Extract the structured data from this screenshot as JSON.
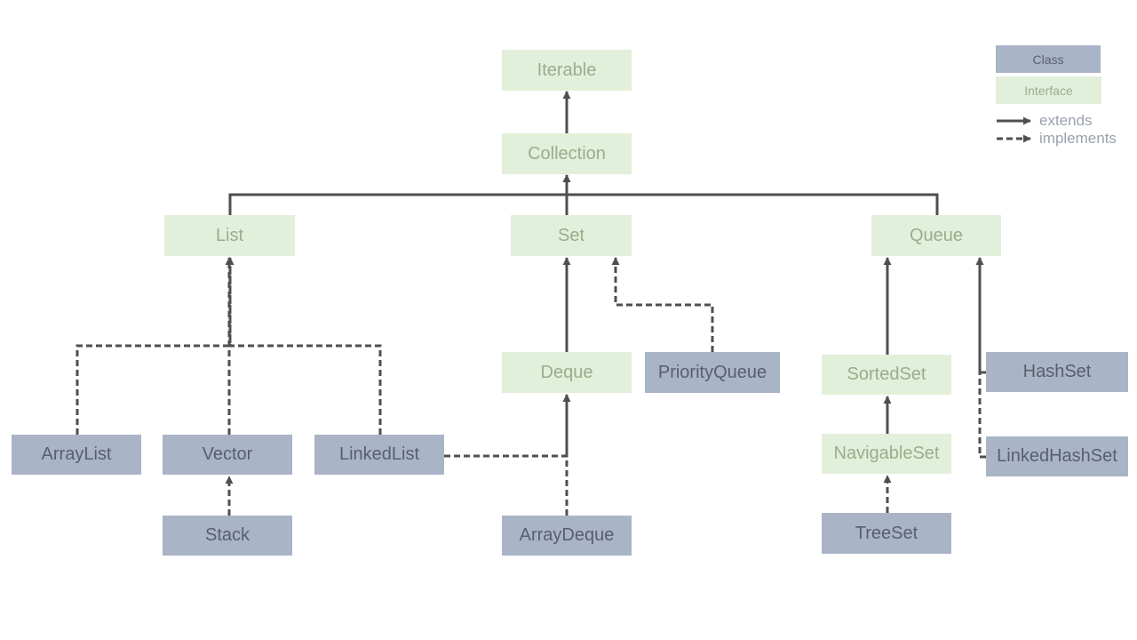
{
  "colors": {
    "interface_bg": "#e2efda",
    "interface_text": "#9bad8c",
    "class_bg": "#aab4c7",
    "class_text": "#57606f",
    "edge": "#4f4f4f"
  },
  "nodes": {
    "iterable": {
      "label": "Iterable",
      "kind": "interface"
    },
    "collection": {
      "label": "Collection",
      "kind": "interface"
    },
    "list": {
      "label": "List",
      "kind": "interface"
    },
    "set": {
      "label": "Set",
      "kind": "interface"
    },
    "queue": {
      "label": "Queue",
      "kind": "interface"
    },
    "deque": {
      "label": "Deque",
      "kind": "interface"
    },
    "priorityqueue": {
      "label": "PriorityQueue",
      "kind": "class"
    },
    "sortedset": {
      "label": "SortedSet",
      "kind": "interface"
    },
    "hashset": {
      "label": "HashSet",
      "kind": "class"
    },
    "arraylist": {
      "label": "ArrayList",
      "kind": "class"
    },
    "vector": {
      "label": "Vector",
      "kind": "class"
    },
    "linkedlist": {
      "label": "LinkedList",
      "kind": "class"
    },
    "navigableset": {
      "label": "NavigableSet",
      "kind": "interface"
    },
    "linkedhashset": {
      "label": "LinkedHashSet",
      "kind": "class"
    },
    "stack": {
      "label": "Stack",
      "kind": "class"
    },
    "arraydeque": {
      "label": "ArrayDeque",
      "kind": "class"
    },
    "treeset": {
      "label": "TreeSet",
      "kind": "class"
    }
  },
  "edges": [
    {
      "from": "collection",
      "to": "iterable",
      "type": "extends"
    },
    {
      "from": "list",
      "to": "collection",
      "type": "extends"
    },
    {
      "from": "set",
      "to": "collection",
      "type": "extends"
    },
    {
      "from": "queue",
      "to": "collection",
      "type": "extends"
    },
    {
      "from": "arraylist",
      "to": "list",
      "type": "implements"
    },
    {
      "from": "vector",
      "to": "list",
      "type": "implements"
    },
    {
      "from": "linkedlist",
      "to": "list",
      "type": "implements"
    },
    {
      "from": "stack",
      "to": "vector",
      "type": "implements"
    },
    {
      "from": "linkedlist",
      "to": "deque",
      "type": "implements"
    },
    {
      "from": "arraydeque",
      "to": "deque",
      "type": "implements"
    },
    {
      "from": "deque",
      "to": "set",
      "type": "extends"
    },
    {
      "from": "priorityqueue",
      "to": "set",
      "type": "implements"
    },
    {
      "from": "sortedset",
      "to": "queue",
      "type": "extends"
    },
    {
      "from": "navigableset",
      "to": "sortedset",
      "type": "extends"
    },
    {
      "from": "treeset",
      "to": "navigableset",
      "type": "implements"
    },
    {
      "from": "hashset",
      "to": "queue",
      "type": "implements"
    },
    {
      "from": "linkedhashset",
      "to": "queue",
      "type": "implements"
    }
  ],
  "legend": {
    "class_label": "Class",
    "interface_label": "Interface",
    "extends_label": "extends",
    "implements_label": "implements"
  }
}
